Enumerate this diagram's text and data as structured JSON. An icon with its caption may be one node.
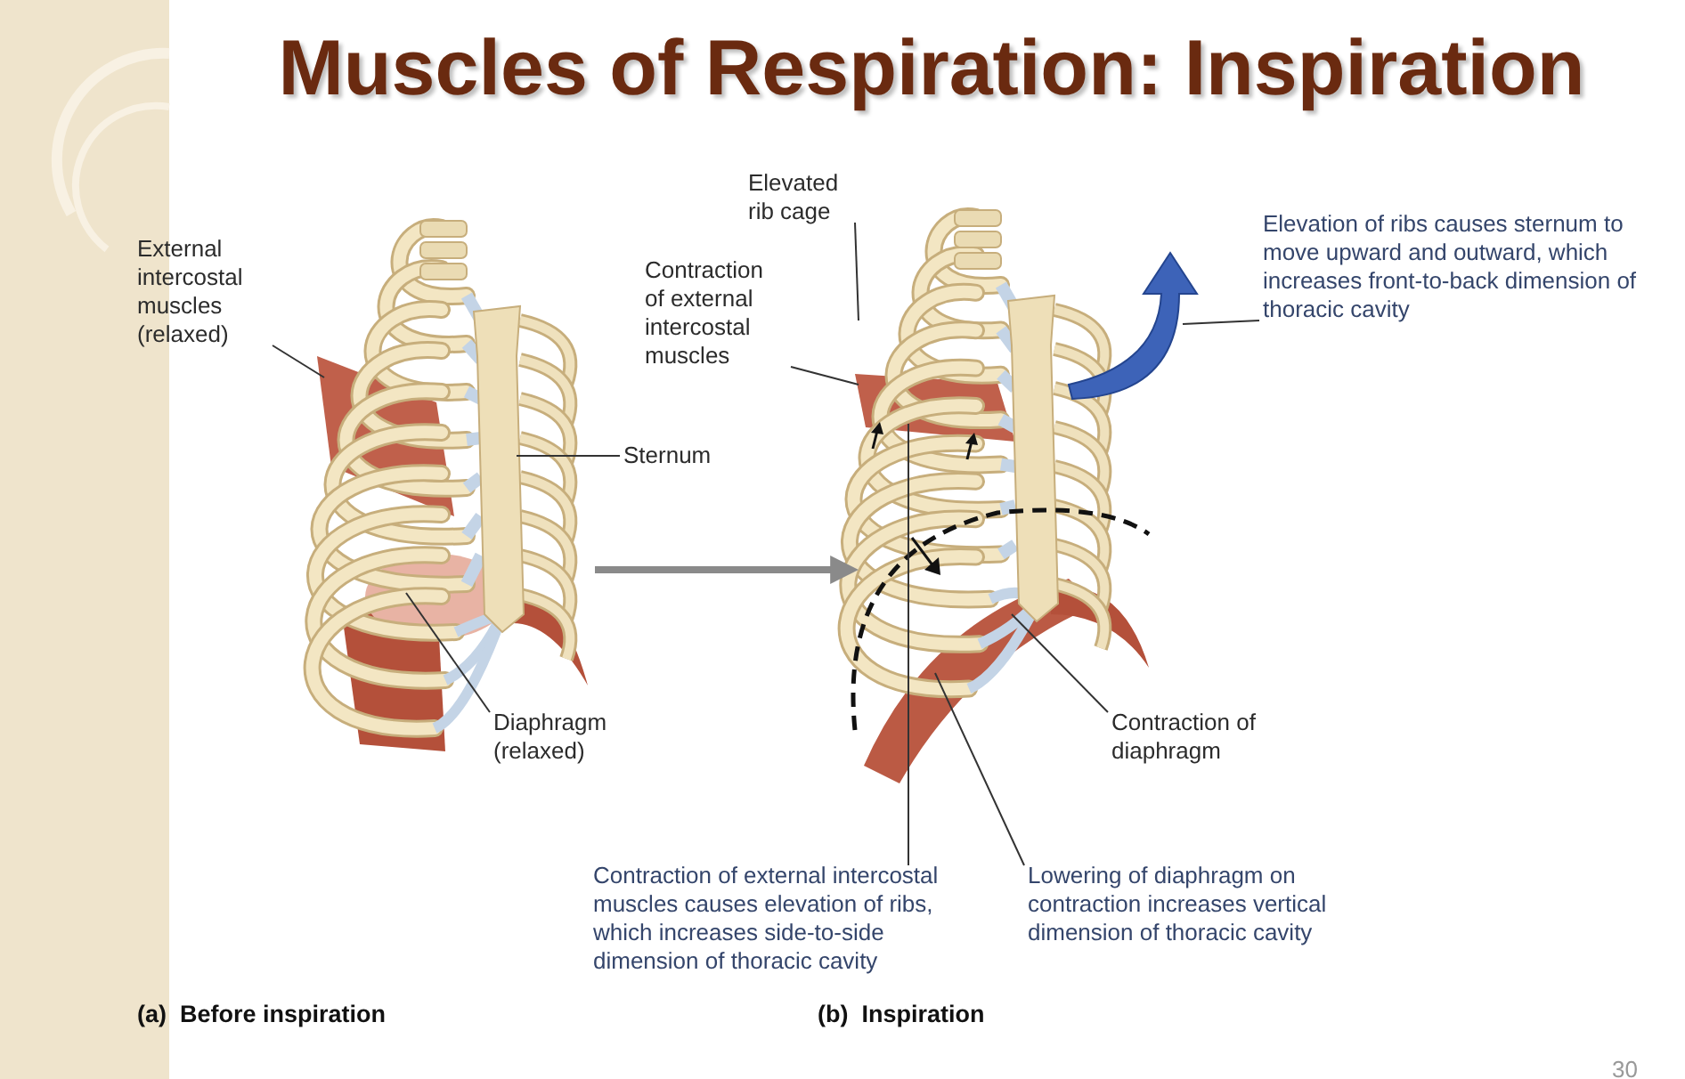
{
  "diagram": {
    "title": "Muscles of Respiration: Inspiration",
    "nodes": [
      {
        "text": [
          "External intercostal muscles (relaxed)"
        ]
      },
      {
        "text": [
          "Sternum"
        ]
      },
      {
        "text": [
          "Diaphragm (relaxed)"
        ]
      },
      {
        "text": [
          "Elevated rib cage"
        ]
      },
      {
        "text": [
          "Contraction of external intercostal muscles"
        ]
      },
      {
        "text": [
          "Elevation of ribs causes sternum to move upward and outward, which increases front-to-back dimension of thoracic cavity"
        ]
      },
      {
        "text": [
          "Contraction of diaphragm"
        ]
      },
      {
        "text": [
          "Contraction of external intercostal muscles causes elevation of ribs, which increases side-to-side dimension of thoracic cavity"
        ]
      },
      {
        "text": [
          "Lowering of diaphragm on contraction increases vertical dimension of thoracic cavity"
        ]
      },
      {
        "text": [],
        "shape": "picture"
      },
      {
        "text": [],
        "shape": "picture"
      }
    ],
    "edges": [
      {
        "from": 0,
        "to": 9,
        "arrow": "none"
      },
      {
        "from": 1,
        "to": 9,
        "arrow": "none"
      },
      {
        "from": 2,
        "to": 9,
        "arrow": "none"
      },
      {
        "from": 3,
        "to": 10,
        "arrow": "none"
      },
      {
        "from": 4,
        "to": 10,
        "arrow": "none"
      },
      {
        "from": 5,
        "to": 10,
        "arrow": "none"
      },
      {
        "from": 6,
        "to": 10,
        "arrow": "none"
      },
      {
        "from": 7,
        "to": 10,
        "arrow": "none"
      },
      {
        "from": 8,
        "to": 10,
        "arrow": "none"
      },
      {
        "from": 9,
        "to": 10,
        "arrow": "to",
        "style": "thick",
        "color": "#8a8a8a"
      }
    ],
    "labels": [
      "(a)  Before inspiration",
      "(b)  Inspiration",
      "30"
    ]
  }
}
